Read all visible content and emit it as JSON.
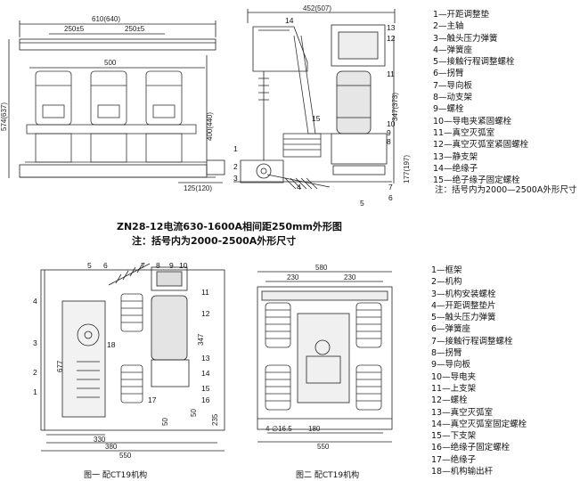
{
  "top_legend": [
    "1—开距调整垫",
    "2—主轴",
    "3—触头压力弹簧",
    "4—弹簧座",
    "5—接触行程调整螺栓",
    "6—拐臂",
    "7—导向板",
    "8—动支架",
    "9—螺栓",
    "10—导电夹紧固螺栓",
    "11—真空灭弧室",
    "12—真空灭弧室紧固螺栓",
    "13—静支架",
    "14—绝缘子",
    "15—绝子缘子固定螺栓"
  ],
  "top_legend_note": "注：括号内为2000—2500A外形尺寸",
  "caption_title": "ZN28-12电流630-1600A相间距250mm外形图",
  "caption_note": "注：括号内为2000-2500A外形尺寸",
  "bottom_legend": [
    "1—框架",
    "2—机构",
    "3—机构安装螺栓",
    "4—开距调整垫片",
    "5—触头压力弹簧",
    "6—弹簧座",
    "7—接触行程调整螺栓",
    "8—拐臂",
    "9—导向板",
    "10—导电夹",
    "11—上支架",
    "12—螺栓",
    "13—真空灭弧室",
    "14—真空灭弧室固定螺栓",
    "15—下支架",
    "16—绝缘子固定螺栓",
    "17—绝缘子",
    "18—机构输出杆"
  ],
  "fig1_caption": "图一  配CT19机构",
  "fig2_caption": "图二  配CT19机构",
  "dims_front": {
    "width": "610(640)",
    "pitch_left": "250±5",
    "pitch_right": "250±5",
    "inner": "500",
    "height": "574(637)",
    "upper": "400(440)",
    "bottom": "125(120)"
  },
  "dims_side": {
    "width": "452(507)",
    "h1": "347(373)",
    "h2": "177(197)"
  },
  "dims_fig1": {
    "w1": "330",
    "w2": "380",
    "w3": "550",
    "h1": "677",
    "h2": "347",
    "h3": "235",
    "h4": "50",
    "h5": "50"
  },
  "dims_fig2": {
    "w_top": "580",
    "p1": "230",
    "p2": "230",
    "bottom": "550",
    "hole": "4-∅16.5",
    "w_inner": "180"
  }
}
